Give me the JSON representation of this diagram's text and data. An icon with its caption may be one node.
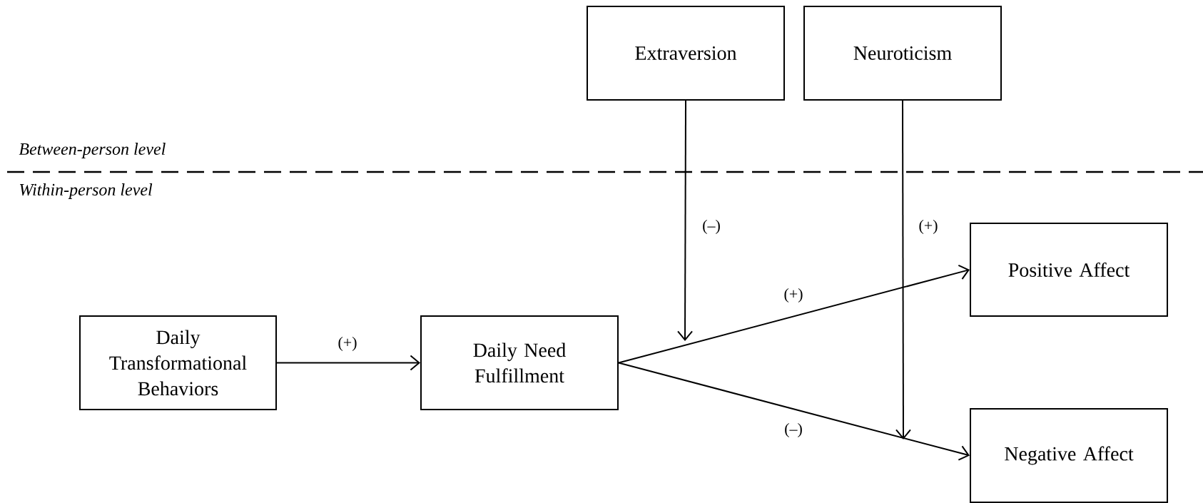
{
  "diagram": {
    "nodes": [
      {
        "text": [
          "Extraversion"
        ]
      },
      {
        "text": [
          "Neuroticism"
        ]
      },
      {
        "text": [
          "Positive Affect"
        ]
      },
      {
        "text": [
          "Daily Transformational Behaviors"
        ]
      },
      {
        "text": [
          "Daily Need Fulfillment"
        ]
      },
      {
        "text": [
          "Negative Affect"
        ]
      }
    ],
    "edges": [
      {
        "from": 3,
        "to": 4,
        "arrow": "to",
        "label": "(+)"
      },
      {
        "from": 4,
        "to": 2,
        "arrow": "to",
        "label": "(+)"
      },
      {
        "from": 4,
        "to": 5,
        "arrow": "to",
        "label": "(–)"
      },
      {
        "from": 0,
        "to": null,
        "arrow": "to",
        "label": "(–)"
      },
      {
        "from": 1,
        "to": null,
        "arrow": "to",
        "label": "(+)"
      }
    ],
    "labels": [
      "Between-person level",
      "Within-person level"
    ]
  }
}
